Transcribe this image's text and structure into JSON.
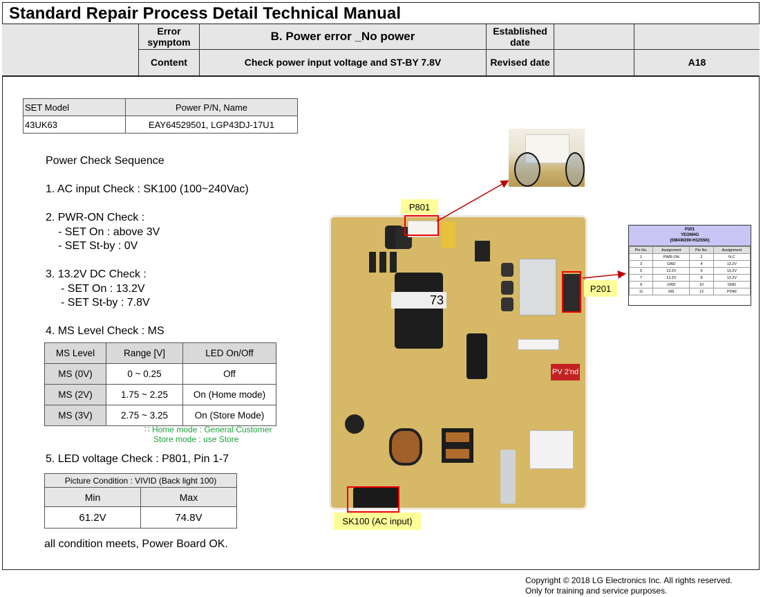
{
  "header": {
    "title": "Standard Repair Process Detail Technical Manual",
    "error_symptom_label": "Error symptom",
    "error_symptom_value": "B. Power error _No power",
    "content_label": "Content",
    "content_value": "Check power input voltage and ST-BY 7.8V",
    "established_label": "Established date",
    "established_value": "",
    "revised_label": "Revised date",
    "revised_value": "",
    "page_code": "A18"
  },
  "model_table": {
    "headers": [
      "SET Model",
      "Power P/N, Name"
    ],
    "rows": [
      [
        "43UK63",
        "EAY64529501, LGP43DJ-17U1"
      ]
    ]
  },
  "sequence": {
    "heading": "Power Check Sequence",
    "step1": "1. AC input Check : SK100 (100~240Vac)",
    "step2": "2. PWR-ON Check :",
    "step2_a": "- SET On : above 3V",
    "step2_b": "- SET St-by : 0V",
    "step3": "3. 13.2V DC Check :",
    "step3_a": "- SET On : 13.2V",
    "step3_b": "- SET St-by : 7.8V",
    "step4": "4. MS Level Check : MS",
    "step5": "5. LED voltage Check : P801, Pin 1-7",
    "conclusion": "all condition meets, Power Board OK."
  },
  "ms_table": {
    "headers": [
      "MS Level",
      "Range [V]",
      "LED On/Off"
    ],
    "rows": [
      [
        "MS (0V)",
        "0 ~ 0.25",
        "Off"
      ],
      [
        "MS (2V)",
        "1.75 ~ 2.25",
        "On (Home mode)"
      ],
      [
        "MS (3V)",
        "2.75 ~ 3.25",
        "On (Store Mode)"
      ]
    ],
    "note_line1": "∷ Home mode : General Customer",
    "note_line2": "Store mode : use Store"
  },
  "led_table": {
    "caption": "Picture Condition : VIVID (Back light 100)",
    "headers": [
      "Min",
      "Max"
    ],
    "values": [
      "61.2V",
      "74.8V"
    ]
  },
  "board_labels": {
    "p801": "P801",
    "p201": "P201",
    "sk100": "SK100 (AC input)",
    "transformer_mark": "73",
    "pv_badge": "PV 2'nd"
  },
  "p201_table": {
    "title_line1": "P201",
    "title_line2": "YEONHO",
    "title_line3": "(SMAW200-H12S5K)",
    "headers": [
      "Pin No.",
      "Assignment",
      "Pin No.",
      "Assignment"
    ],
    "rows": [
      [
        "1",
        "PWR-ON",
        "2",
        "N.C"
      ],
      [
        "3",
        "GND",
        "4",
        "13.2V"
      ],
      [
        "5",
        "13.2V",
        "6",
        "13.2V"
      ],
      [
        "7",
        "13.2V",
        "8",
        "13.2V"
      ],
      [
        "9",
        "GND",
        "10",
        "GND"
      ],
      [
        "11",
        "MS",
        "12",
        "PDIM"
      ]
    ]
  },
  "footer": {
    "copyright": "Copyright © 2018 LG Electronics Inc. All rights reserved.",
    "usage": "Only for training and service purposes."
  },
  "colors": {
    "highlight_red": "#e00000",
    "label_yellow": "#ffff99",
    "note_green": "#1aa33a",
    "p201_header": "#c9c5f5",
    "header_gray": "#e6e6e6"
  }
}
